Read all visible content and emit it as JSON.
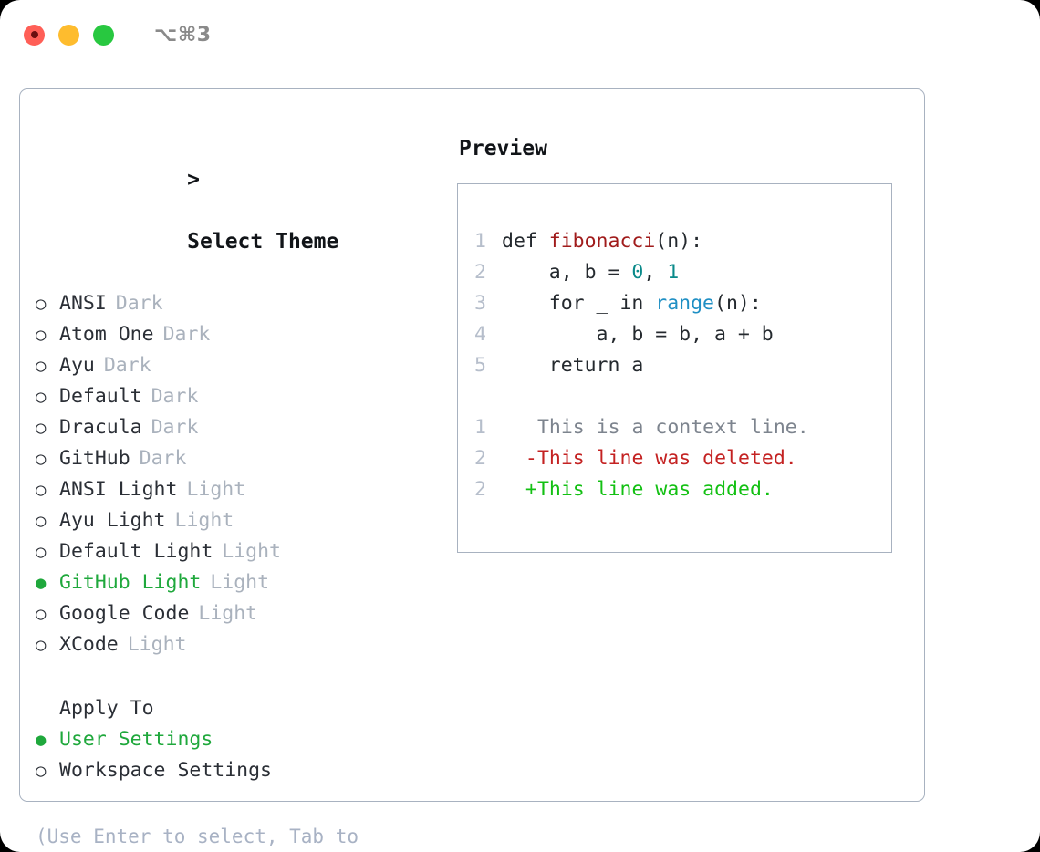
{
  "titlebar": {
    "shortcut": "⌥⌘3",
    "buttons": {
      "close": "close",
      "minimize": "minimize",
      "zoom": "zoom"
    }
  },
  "theme_picker": {
    "header_prefix": ">",
    "header": "Select Theme",
    "unselected_marker": "○",
    "selected_marker": "●",
    "items": [
      {
        "label": "ANSI",
        "suffix": "Dark",
        "selected": false
      },
      {
        "label": "Atom One",
        "suffix": "Dark",
        "selected": false
      },
      {
        "label": "Ayu",
        "suffix": "Dark",
        "selected": false
      },
      {
        "label": "Default",
        "suffix": "Dark",
        "selected": false
      },
      {
        "label": "Dracula",
        "suffix": "Dark",
        "selected": false
      },
      {
        "label": "GitHub",
        "suffix": "Dark",
        "selected": false
      },
      {
        "label": "ANSI Light",
        "suffix": "Light",
        "selected": false
      },
      {
        "label": "Ayu Light",
        "suffix": "Light",
        "selected": false
      },
      {
        "label": "Default Light",
        "suffix": "Light",
        "selected": false
      },
      {
        "label": "GitHub Light",
        "suffix": "Light",
        "selected": true
      },
      {
        "label": "Google Code",
        "suffix": "Light",
        "selected": false
      },
      {
        "label": "XCode",
        "suffix": "Light",
        "selected": false
      }
    ]
  },
  "apply_to": {
    "title": "Apply To",
    "items": [
      {
        "label": "User Settings",
        "selected": true
      },
      {
        "label": "Workspace Settings",
        "selected": false
      }
    ]
  },
  "hint": "(Use Enter to select, Tab to change focus)",
  "preview": {
    "title": "Preview",
    "code": [
      {
        "num": "1",
        "tokens": [
          {
            "text": "def ",
            "type": "plain"
          },
          {
            "text": "fibonacci",
            "type": "fn"
          },
          {
            "text": "(n):",
            "type": "plain"
          }
        ]
      },
      {
        "num": "2",
        "tokens": [
          {
            "text": "    a, b = ",
            "type": "plain"
          },
          {
            "text": "0",
            "type": "num"
          },
          {
            "text": ", ",
            "type": "plain"
          },
          {
            "text": "1",
            "type": "num"
          }
        ]
      },
      {
        "num": "3",
        "tokens": [
          {
            "text": "    for _ in ",
            "type": "plain"
          },
          {
            "text": "range",
            "type": "call"
          },
          {
            "text": "(n):",
            "type": "plain"
          }
        ]
      },
      {
        "num": "4",
        "tokens": [
          {
            "text": "        a, b = b, a + b",
            "type": "plain"
          }
        ]
      },
      {
        "num": "5",
        "tokens": [
          {
            "text": "    return a",
            "type": "plain"
          }
        ]
      }
    ],
    "diff": [
      {
        "num": "1",
        "mark": " ",
        "text": "This is a context line.",
        "type": "context"
      },
      {
        "num": "2",
        "mark": "-",
        "text": "This line was deleted.",
        "type": "deleted"
      },
      {
        "num": "2",
        "mark": "+",
        "text": "This line was added.",
        "type": "added"
      }
    ]
  },
  "colors": {
    "selected_green": "#1fa83c",
    "muted_gray": "#aab2bd",
    "hint_gray": "#a8b2c4",
    "border": "#a8b2c0",
    "fn_red": "#a01b1b",
    "num_teal": "#0a8a8a",
    "call_blue": "#1f8fc4",
    "diff_deleted": "#c42222",
    "diff_added": "#13c013",
    "diff_context": "#7d848e",
    "traffic_red": "#ff5f57",
    "traffic_yellow": "#febc2e",
    "traffic_green": "#28c840"
  }
}
